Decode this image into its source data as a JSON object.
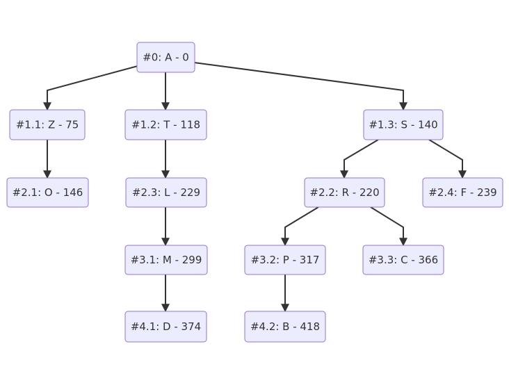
{
  "diagram": {
    "type": "tree",
    "nodes": [
      {
        "id": "n0",
        "label": "#0: A - 0"
      },
      {
        "id": "n11",
        "label": "#1.1: Z - 75"
      },
      {
        "id": "n12",
        "label": "#1.2: T - 118"
      },
      {
        "id": "n13",
        "label": "#1.3: S - 140"
      },
      {
        "id": "n21",
        "label": "#2.1: O - 146"
      },
      {
        "id": "n23",
        "label": "#2.3: L - 229"
      },
      {
        "id": "n22",
        "label": "#2.2: R - 220"
      },
      {
        "id": "n24",
        "label": "#2.4: F - 239"
      },
      {
        "id": "n31",
        "label": "#3.1: M - 299"
      },
      {
        "id": "n32",
        "label": "#3.2: P - 317"
      },
      {
        "id": "n33",
        "label": "#3.3: C - 366"
      },
      {
        "id": "n41",
        "label": "#4.1: D - 374"
      },
      {
        "id": "n42",
        "label": "#4.2: B - 418"
      }
    ],
    "edges": [
      {
        "from": "n0",
        "to": "n11"
      },
      {
        "from": "n0",
        "to": "n12"
      },
      {
        "from": "n0",
        "to": "n13"
      },
      {
        "from": "n11",
        "to": "n21"
      },
      {
        "from": "n12",
        "to": "n23"
      },
      {
        "from": "n13",
        "to": "n22"
      },
      {
        "from": "n13",
        "to": "n24"
      },
      {
        "from": "n23",
        "to": "n31"
      },
      {
        "from": "n22",
        "to": "n32"
      },
      {
        "from": "n22",
        "to": "n33"
      },
      {
        "from": "n31",
        "to": "n41"
      },
      {
        "from": "n32",
        "to": "n42"
      }
    ],
    "colors": {
      "node_fill": "#ececff",
      "node_border": "#9370db",
      "edge": "#333333",
      "text": "#333333"
    }
  }
}
